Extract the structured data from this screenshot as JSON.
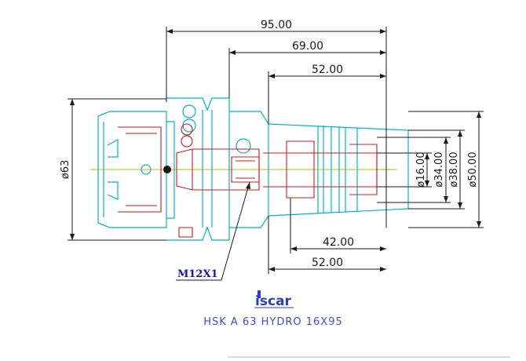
{
  "drawing": {
    "dimensions": {
      "length_total": "95.00",
      "length_69": "69.00",
      "length_52_top": "52.00",
      "length_42": "42.00",
      "length_52_bottom": "52.00",
      "dia_63": "ø63",
      "dia_16": "ø16.00",
      "dia_34": "ø34.00",
      "dia_38": "ø38.00",
      "dia_50": "ø50.00"
    },
    "callout": "M12X1",
    "logo": "iscar",
    "caption": "HSK A 63 HYDRO 16X95"
  },
  "colors": {
    "dimension": "#1a1a1a",
    "outline": "#00b4c8",
    "detail": "#d01818",
    "centerline": "#d4b000",
    "callout": "#1a1aa0",
    "caption": "#3a4fd0"
  }
}
